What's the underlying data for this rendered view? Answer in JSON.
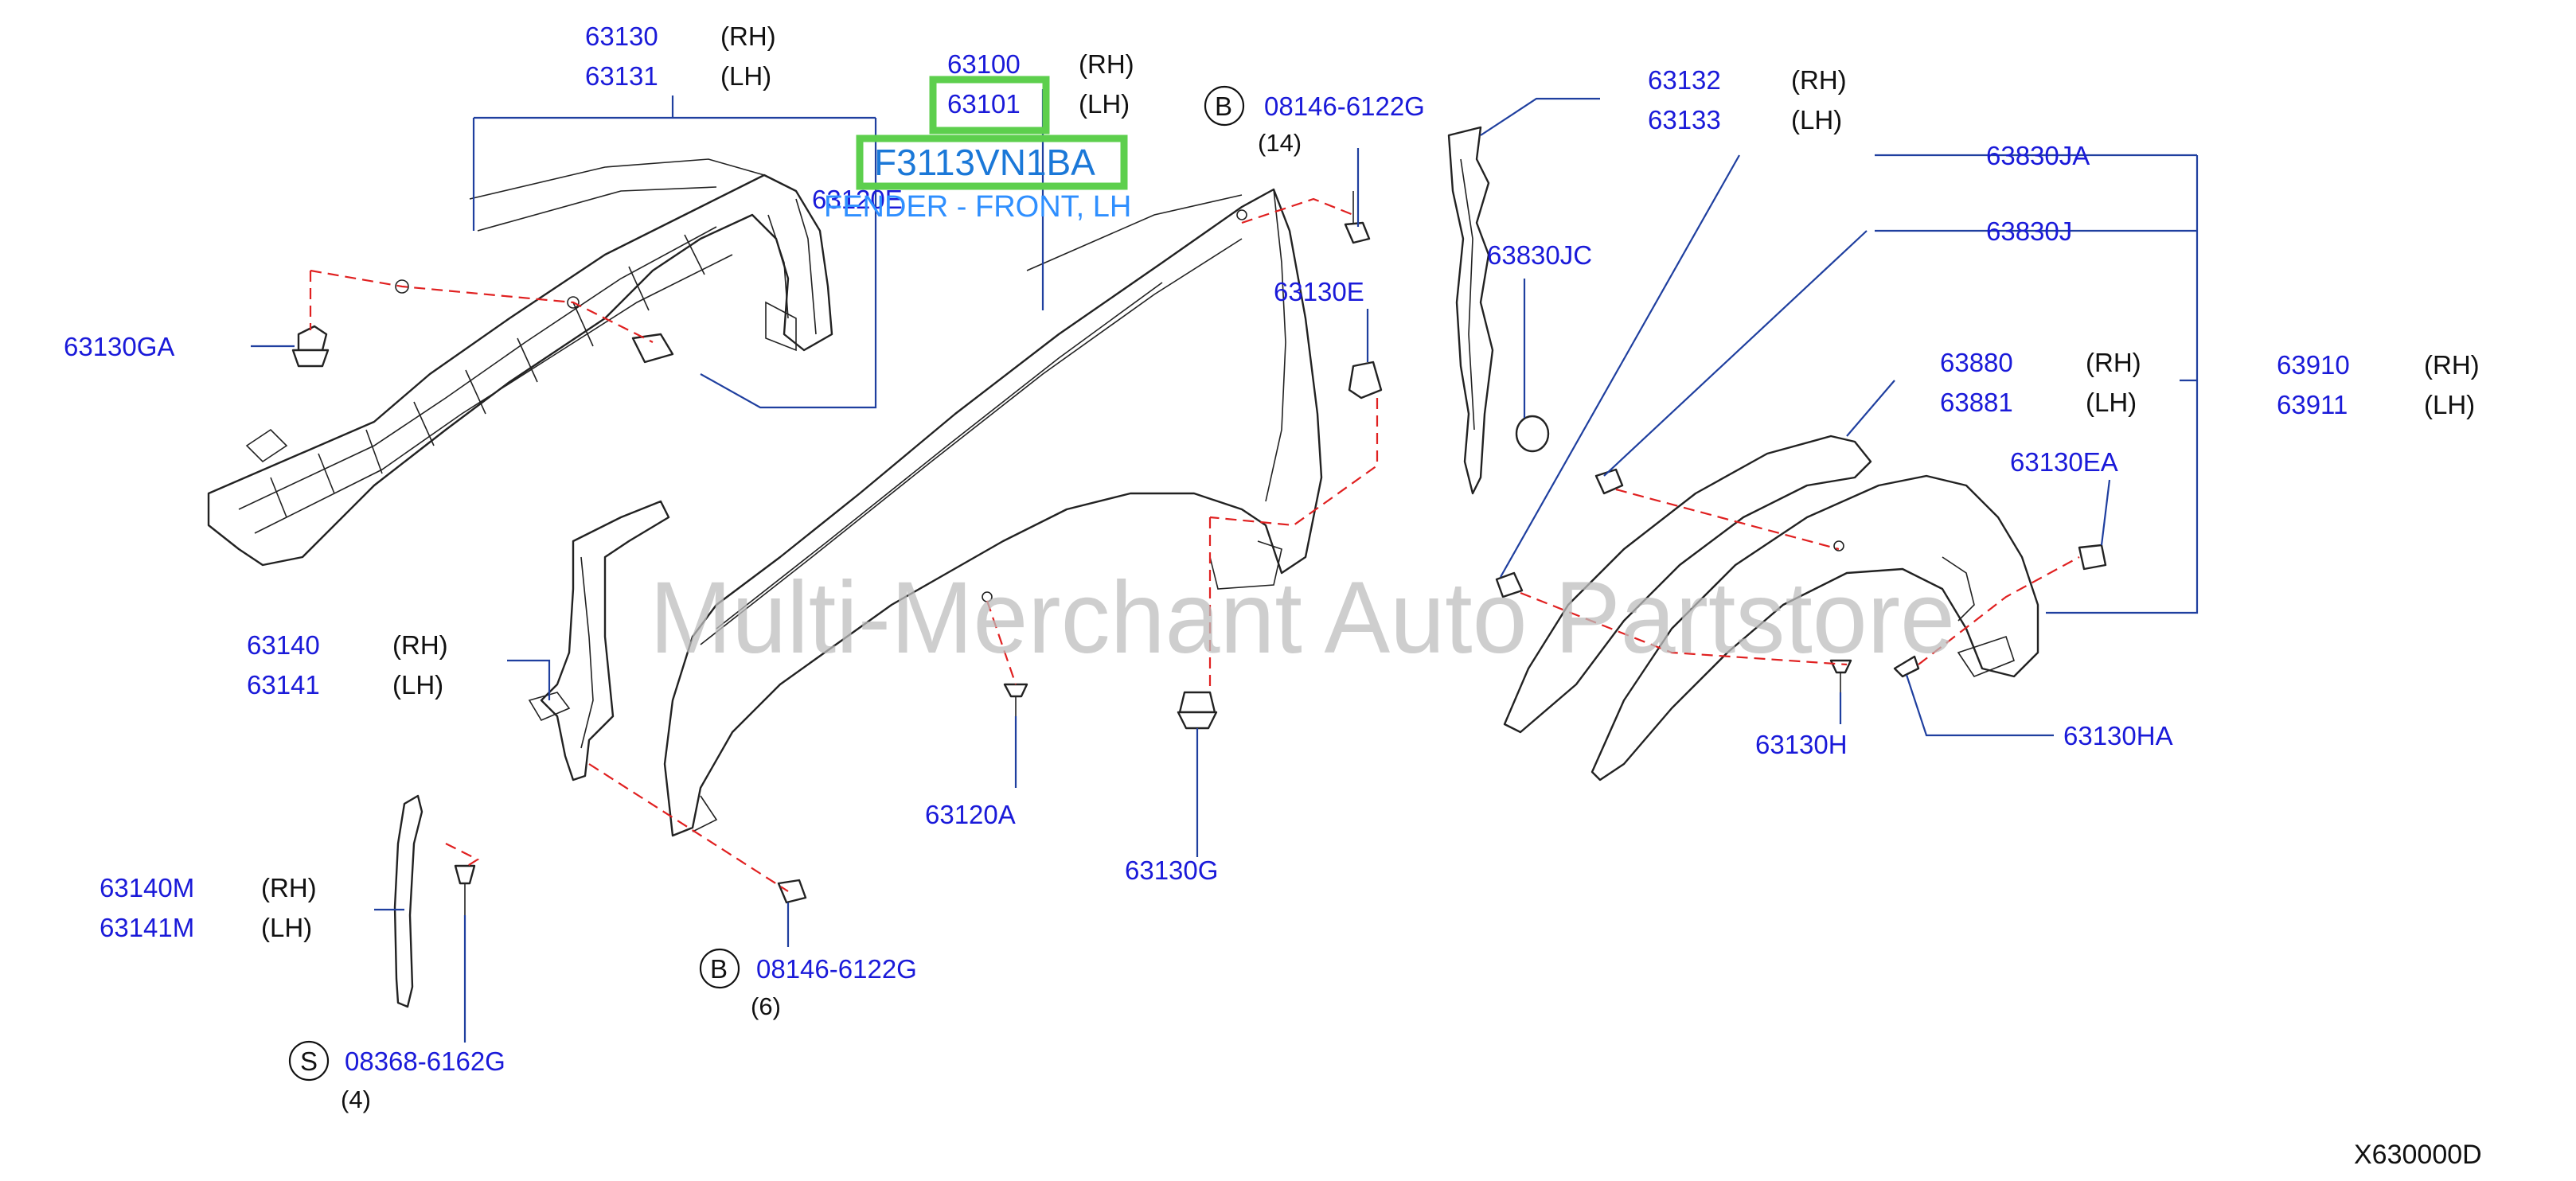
{
  "highlight": {
    "part_number": "F3113VN1BA",
    "part_name": "FENDER - FRONT, LH"
  },
  "labels": [
    {
      "id": "63130-rh",
      "part": "63130",
      "side": "(RH)"
    },
    {
      "id": "63131-lh",
      "part": "63131",
      "side": "(LH)"
    },
    {
      "id": "63100-rh",
      "part": "63100",
      "side": "(RH)"
    },
    {
      "id": "63101-lh",
      "part": "63101",
      "side": "(LH)"
    },
    {
      "id": "63120e",
      "part": "63120E"
    },
    {
      "id": "bolt-top",
      "circle": "B",
      "part": "08146-6122G",
      "qty": "(14)"
    },
    {
      "id": "63132-rh",
      "part": "63132",
      "side": "(RH)"
    },
    {
      "id": "63133-lh",
      "part": "63133",
      "side": "(LH)"
    },
    {
      "id": "63830ja",
      "part": "63830JA"
    },
    {
      "id": "63830j",
      "part": "63830J"
    },
    {
      "id": "63830jc",
      "part": "63830JC"
    },
    {
      "id": "63130e",
      "part": "63130E"
    },
    {
      "id": "63130ga",
      "part": "63130GA"
    },
    {
      "id": "63880-rh",
      "part": "63880",
      "side": "(RH)"
    },
    {
      "id": "63881-lh",
      "part": "63881",
      "side": "(LH)"
    },
    {
      "id": "63910-rh",
      "part": "63910",
      "side": "(RH)"
    },
    {
      "id": "63911-lh",
      "part": "63911",
      "side": "(LH)"
    },
    {
      "id": "63130ea",
      "part": "63130EA"
    },
    {
      "id": "63140-rh",
      "part": "63140",
      "side": "(RH)"
    },
    {
      "id": "63141-lh",
      "part": "63141",
      "side": "(LH)"
    },
    {
      "id": "63130h",
      "part": "63130H"
    },
    {
      "id": "63130ha",
      "part": "63130HA"
    },
    {
      "id": "63120a",
      "part": "63120A"
    },
    {
      "id": "63130g",
      "part": "63130G"
    },
    {
      "id": "63140m-rh",
      "part": "63140M",
      "side": "(RH)"
    },
    {
      "id": "63141m-lh",
      "part": "63141M",
      "side": "(LH)"
    },
    {
      "id": "bolt-bottom",
      "circle": "B",
      "part": "08146-6122G",
      "qty": "(6)"
    },
    {
      "id": "screw-s",
      "circle": "S",
      "part": "08368-6162G",
      "qty": "(4)"
    }
  ],
  "watermark": "Multi-Merchant Auto Partstore",
  "diagram_code": "X630000D",
  "colors": {
    "part_number": "#1a1ad9",
    "leader": "#1f3f9f",
    "dashed_guide": "#e02020",
    "highlight_box": "#5dcf4d",
    "highlight_text": "#1b78d8"
  }
}
